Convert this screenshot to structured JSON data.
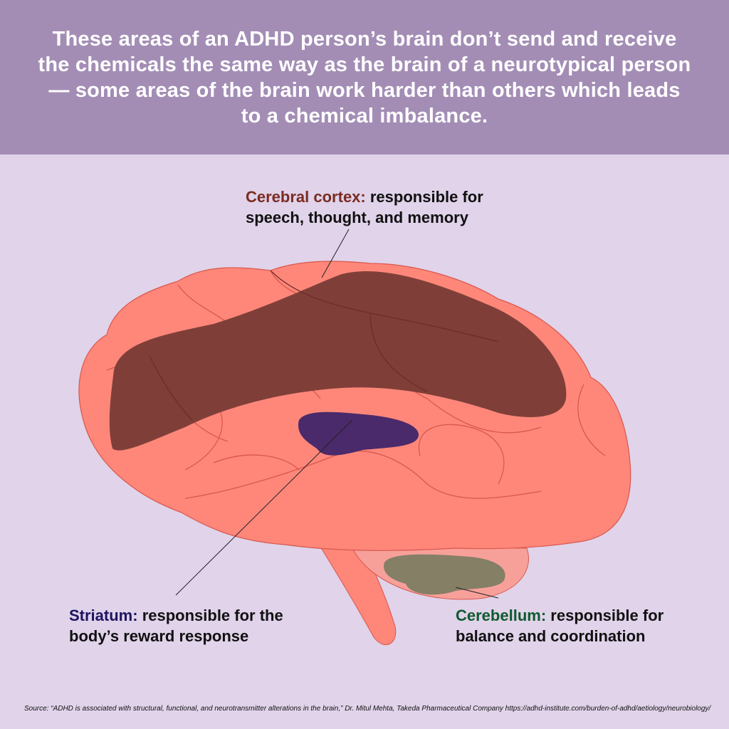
{
  "header": {
    "text": "These areas of an ADHD person’s brain don’t send and receive the chemicals the same way as the brain of a neurotypical person — some areas of the brain work harder than others which leads to a",
    "emphasis": "chemical imbalance."
  },
  "labels": {
    "cortex": {
      "title": "Cerebral cortex:",
      "text": "responsible for speech, thought, and memory",
      "color": "#7a2c22"
    },
    "striatum": {
      "title": "Striatum:",
      "text": "responsible for the body’s reward response",
      "color": "#1e1460"
    },
    "cerebellum": {
      "title": "Cerebellum:",
      "text": "responsible for balance and coordination",
      "color": "#0f5a2e"
    }
  },
  "source": "Source: “ADHD is associated with structural, functional, and neurotransmitter alterations in the brain,” Dr. Mitul Mehta, Takeda Pharmaceutical Company https://adhd-institute.com/burden-of-adhd/aetiology/neurobiology/"
}
